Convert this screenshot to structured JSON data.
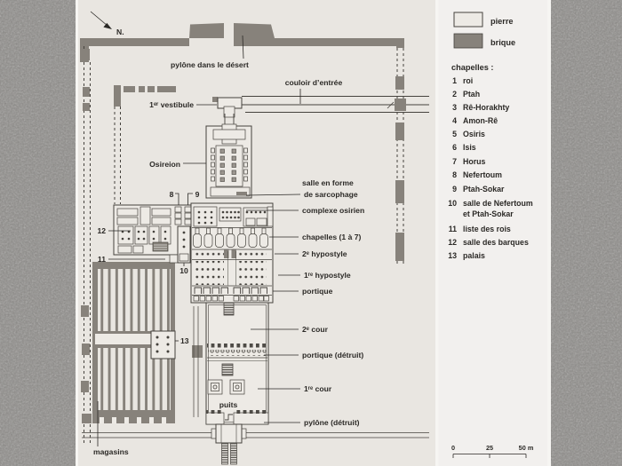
{
  "colors": {
    "brique": "#87827b",
    "pierre": "#edeae5",
    "outline": "#45423d",
    "text": "#2b2926",
    "panel": "#e9e6e1",
    "legendbg": "#f2f0ee",
    "noise": "#8d8b88",
    "edge": "#f6f5f2"
  },
  "legend": {
    "pierre": "pierre",
    "brique": "brique",
    "chapelles_title": "chapelles :",
    "chapelles": [
      {
        "num": "1",
        "label": "roi"
      },
      {
        "num": "2",
        "label": "Ptah"
      },
      {
        "num": "3",
        "label": "Rê-Horakhty"
      },
      {
        "num": "4",
        "label": "Amon-Rê"
      },
      {
        "num": "5",
        "label": "Osiris"
      },
      {
        "num": "6",
        "label": "Isis"
      },
      {
        "num": "7",
        "label": "Horus"
      },
      {
        "num": "8",
        "label": "Nefertoum"
      },
      {
        "num": "9",
        "label": "Ptah-Sokar"
      },
      {
        "num": "10",
        "label": "salle de Nefertoum",
        "label2": "et Ptah-Sokar"
      },
      {
        "num": "11",
        "label": "liste des rois"
      },
      {
        "num": "12",
        "label": "salle des barques"
      },
      {
        "num": "13",
        "label": "palais"
      }
    ],
    "scale": {
      "zero": "0",
      "mid": "25",
      "end": "50 m"
    }
  },
  "plan": {
    "north": "N.",
    "labels": {
      "pylone_desert": "pylône dans le désert",
      "couloir_entree": "couloir d’entrée",
      "vestibule": "1ᵉʳ vestibule",
      "osireion": "Osireion",
      "sarcophage1": "salle en forme",
      "sarcophage2": "de sarcophage",
      "complexe_osirien": "complexe osirien",
      "chapelles_1a7": "chapelles (1 à 7)",
      "hypostyle2": "2ᵉ hypostyle",
      "hypostyle1": "1ʳᵉ hypostyle",
      "portique": "portique",
      "cour2": "2ᵉ cour",
      "portique_detruit": "portique (détruit)",
      "cour1": "1ʳᵉ cour",
      "puits": "puits",
      "pylone_detruit": "pylône (détruit)",
      "magasins": "magasins"
    },
    "numbers": {
      "n8": "8",
      "n9": "9",
      "n10": "10",
      "n11": "11",
      "n12": "12",
      "n13": "13"
    }
  }
}
